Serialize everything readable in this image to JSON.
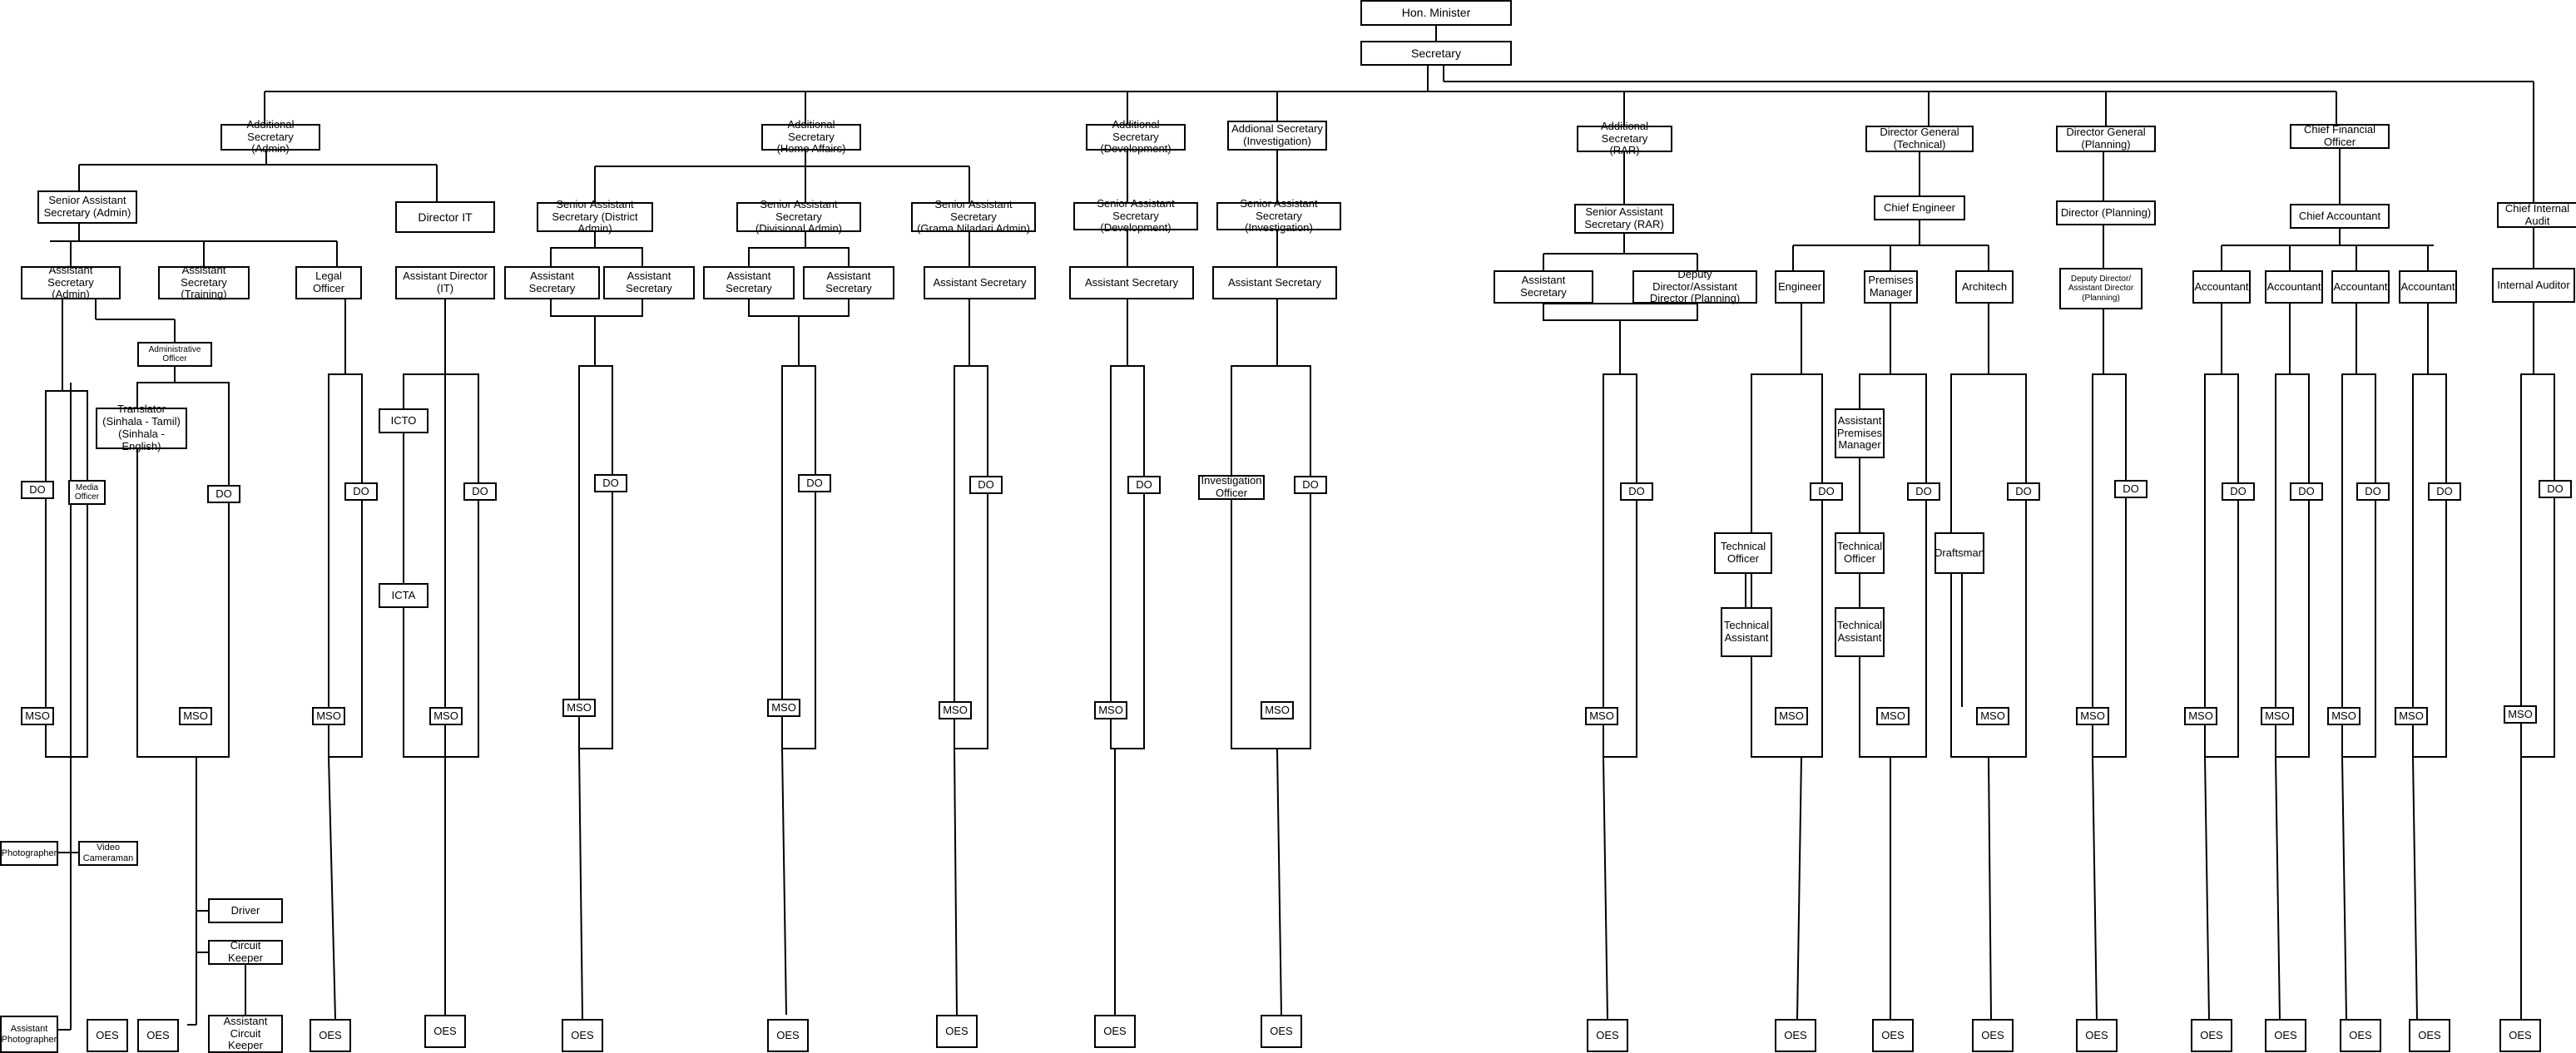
{
  "diagram": {
    "type": "organization-chart",
    "nodes": {
      "minister": "Hon. Minister",
      "secretary": "Secretary",
      "as_admin": "Additional Secretary\n(Admin)",
      "as_home": "Additional Secretary\n(Home Affairs)",
      "as_dev": "Additional Secretary\n(Development)",
      "as_inv": "Addional Secretary\n(Investigation)",
      "as_rar": "Additional Secretary\n(RAR)",
      "dg_tech": "Director General\n(Technical)",
      "dg_plan": "Director General\n(Planning)",
      "cfo": "Chief Financial Officer",
      "cia": "Chief Internal\nAudit",
      "sas_admin": "Senior Assistant\nSecretary (Admin)",
      "dir_it": "Director IT",
      "sas_dist": "Senior Assistant\nSecretary (District Admin)",
      "sas_div": "Senior Assistant Secretary\n(Divisional Admin)",
      "sas_gn": "Senior Assistant Secretary\n(Grama Niladari Admin)",
      "sas_dev": "Senior Assistant Secretary\n(Development)",
      "sas_inv": "Senior Assistant Secretary\n(Investigation)",
      "sas_rar": "Senior Assistant\nSecretary (RAR)",
      "chief_eng": "Chief Engineer",
      "dir_plan": "Director (Planning)",
      "chief_acc": "Chief Accountant",
      "asst_admin": "Assistant Secretary\n(Admin)",
      "asst_training": "Assistant Secretary\n(Training)",
      "legal": "Legal Officer",
      "ad_it": "Assistant Director (IT)",
      "asst_sec": "Assistant Secretary",
      "dd_plan": "Deputy Director/Assistant\nDirector (Planning)",
      "dd_plan2": "Deputy Director/\nAssistant Director\n(Planning)",
      "engineer": "Engineer",
      "premises_mgr": "Premises\nManager",
      "architech": "Architech",
      "accountant": "Accountant",
      "internal_auditor": "Internal Auditor",
      "admin_officer": "Administrative\nOfficer",
      "translator": "Translator\n(Sinhala - Tamil)\n(Sinhala - English)",
      "media_officer": "Media\nOfficer",
      "icto": "ICTO",
      "icta": "ICTA",
      "investigation_officer": "Investigation\nOfficer",
      "asst_premises_mgr": "Assistant\nPremises\nManager",
      "tech_officer": "Technical\nOfficer",
      "tech_asst": "Technical\nAssistant",
      "draftsman": "Draftsman",
      "do": "DO",
      "mso": "MSO",
      "oes": "OES",
      "photographer": "Photographer",
      "video_cameraman": "Video\nCameraman",
      "asst_photographer": "Assistant\nPhotographer",
      "driver": "Driver",
      "circuit_keeper": "Circuit Keeper",
      "asst_circuit_keeper": "Assistant Circuit\nKeeper"
    }
  }
}
